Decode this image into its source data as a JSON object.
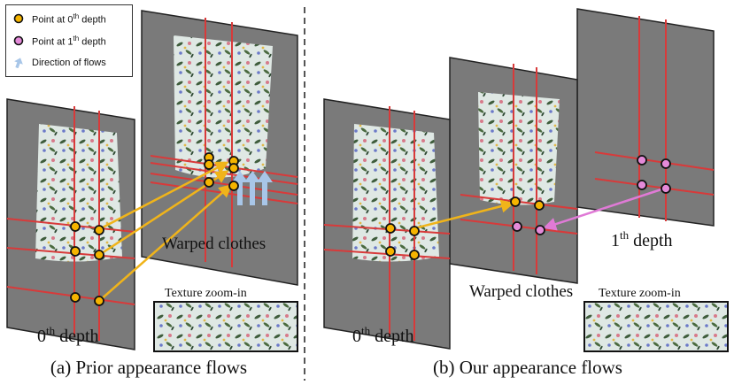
{
  "legend": {
    "point0": {
      "prefix": "Point at 0",
      "sup": "th",
      "suffix": " depth"
    },
    "point1": {
      "prefix": "Point at 1",
      "sup": "th",
      "suffix": " depth"
    },
    "flows": "Direction of flows"
  },
  "panel_a": {
    "caption": "(a) Prior appearance flows",
    "depth0_label": {
      "base": "0",
      "sup": "th",
      "rest": " depth"
    },
    "warped_label": "Warped clothes",
    "zoom_label": "Texture zoom-in"
  },
  "panel_b": {
    "caption": "(b) Our appearance flows",
    "depth0_label": {
      "base": "0",
      "sup": "th",
      "rest": " depth"
    },
    "depth1_label": {
      "base": "1",
      "sup": "th",
      "rest": " depth"
    },
    "warped_label": "Warped clothes",
    "zoom_label": "Texture zoom-in"
  },
  "colors": {
    "point0_fill": "#f5b400",
    "point1_fill": "#e48ad9",
    "flow_arrow": "#f0b41a",
    "flow_arrow_b": "#e07ad6",
    "flow_legend_arrow": "#a8c6e8",
    "grid_line": "#d83a3a",
    "panel_gray": "#7a7a7a",
    "divider": "#555555"
  }
}
